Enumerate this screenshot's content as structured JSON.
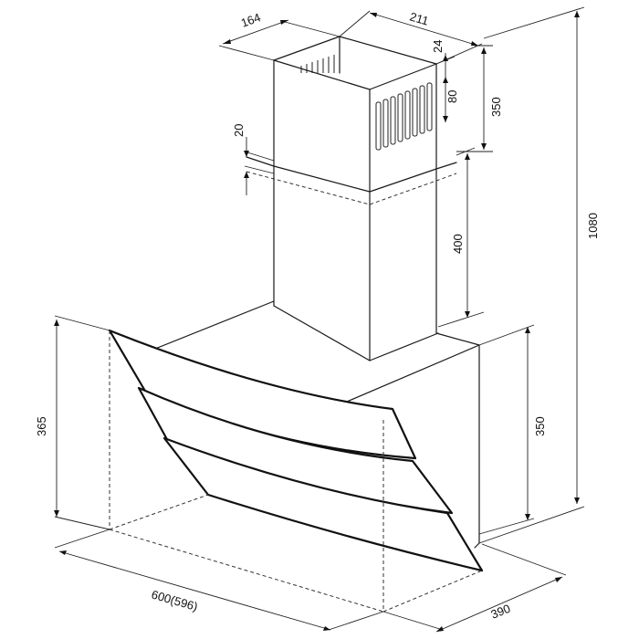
{
  "dimensions": {
    "chimney_depth": "164",
    "chimney_width": "211",
    "vent_top_offset": "24",
    "vent_height": "80",
    "upper_chimney_height": "350",
    "overlap": "20",
    "lower_chimney_height": "400",
    "total_height": "1080",
    "glass_height": "365",
    "body_height": "350",
    "width": "600(596)",
    "depth": "390"
  }
}
